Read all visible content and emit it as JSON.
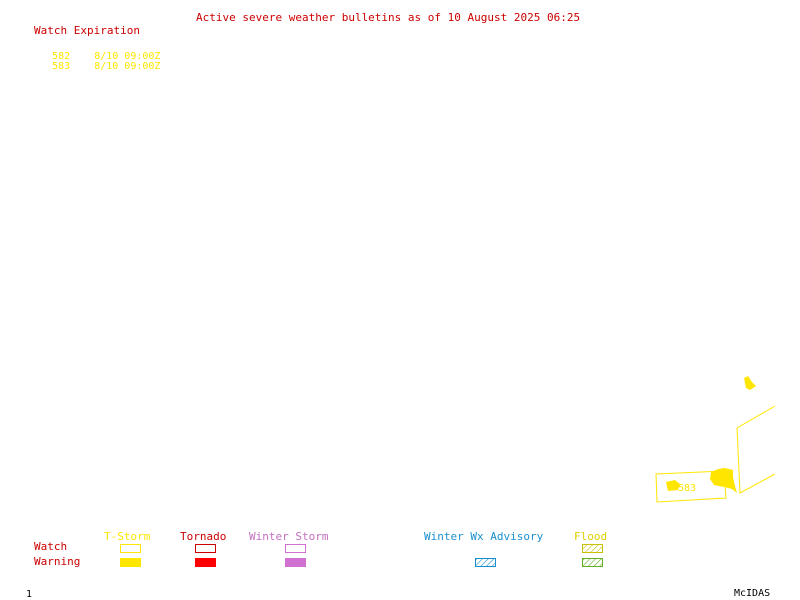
{
  "title": "Active severe weather bulletins as of 10 August 2025 06:25",
  "watch_expiration": {
    "heading": "Watch Expiration",
    "rows": [
      {
        "id": "582",
        "expires": "8/10 09:00Z"
      },
      {
        "id": "583",
        "expires": "8/10 09:00Z"
      }
    ]
  },
  "map": {
    "watch_labels": [
      "583"
    ],
    "colors": {
      "tstorm": "#ffe600",
      "tornado": "#ff0000",
      "winter_storm": "#d070d0",
      "advisory": "#1a8fd0",
      "flood": "#c8c000"
    }
  },
  "legend": {
    "row_labels": {
      "watch": "Watch",
      "warning": "Warning"
    },
    "categories": {
      "tstorm": "T-Storm",
      "tornado": "Tornado",
      "winter_storm": "Winter Storm",
      "winter_advisory": "Winter Wx Advisory",
      "flood": "Flood"
    }
  },
  "footer": {
    "frame_number": "1",
    "brand": "McIDAS"
  }
}
